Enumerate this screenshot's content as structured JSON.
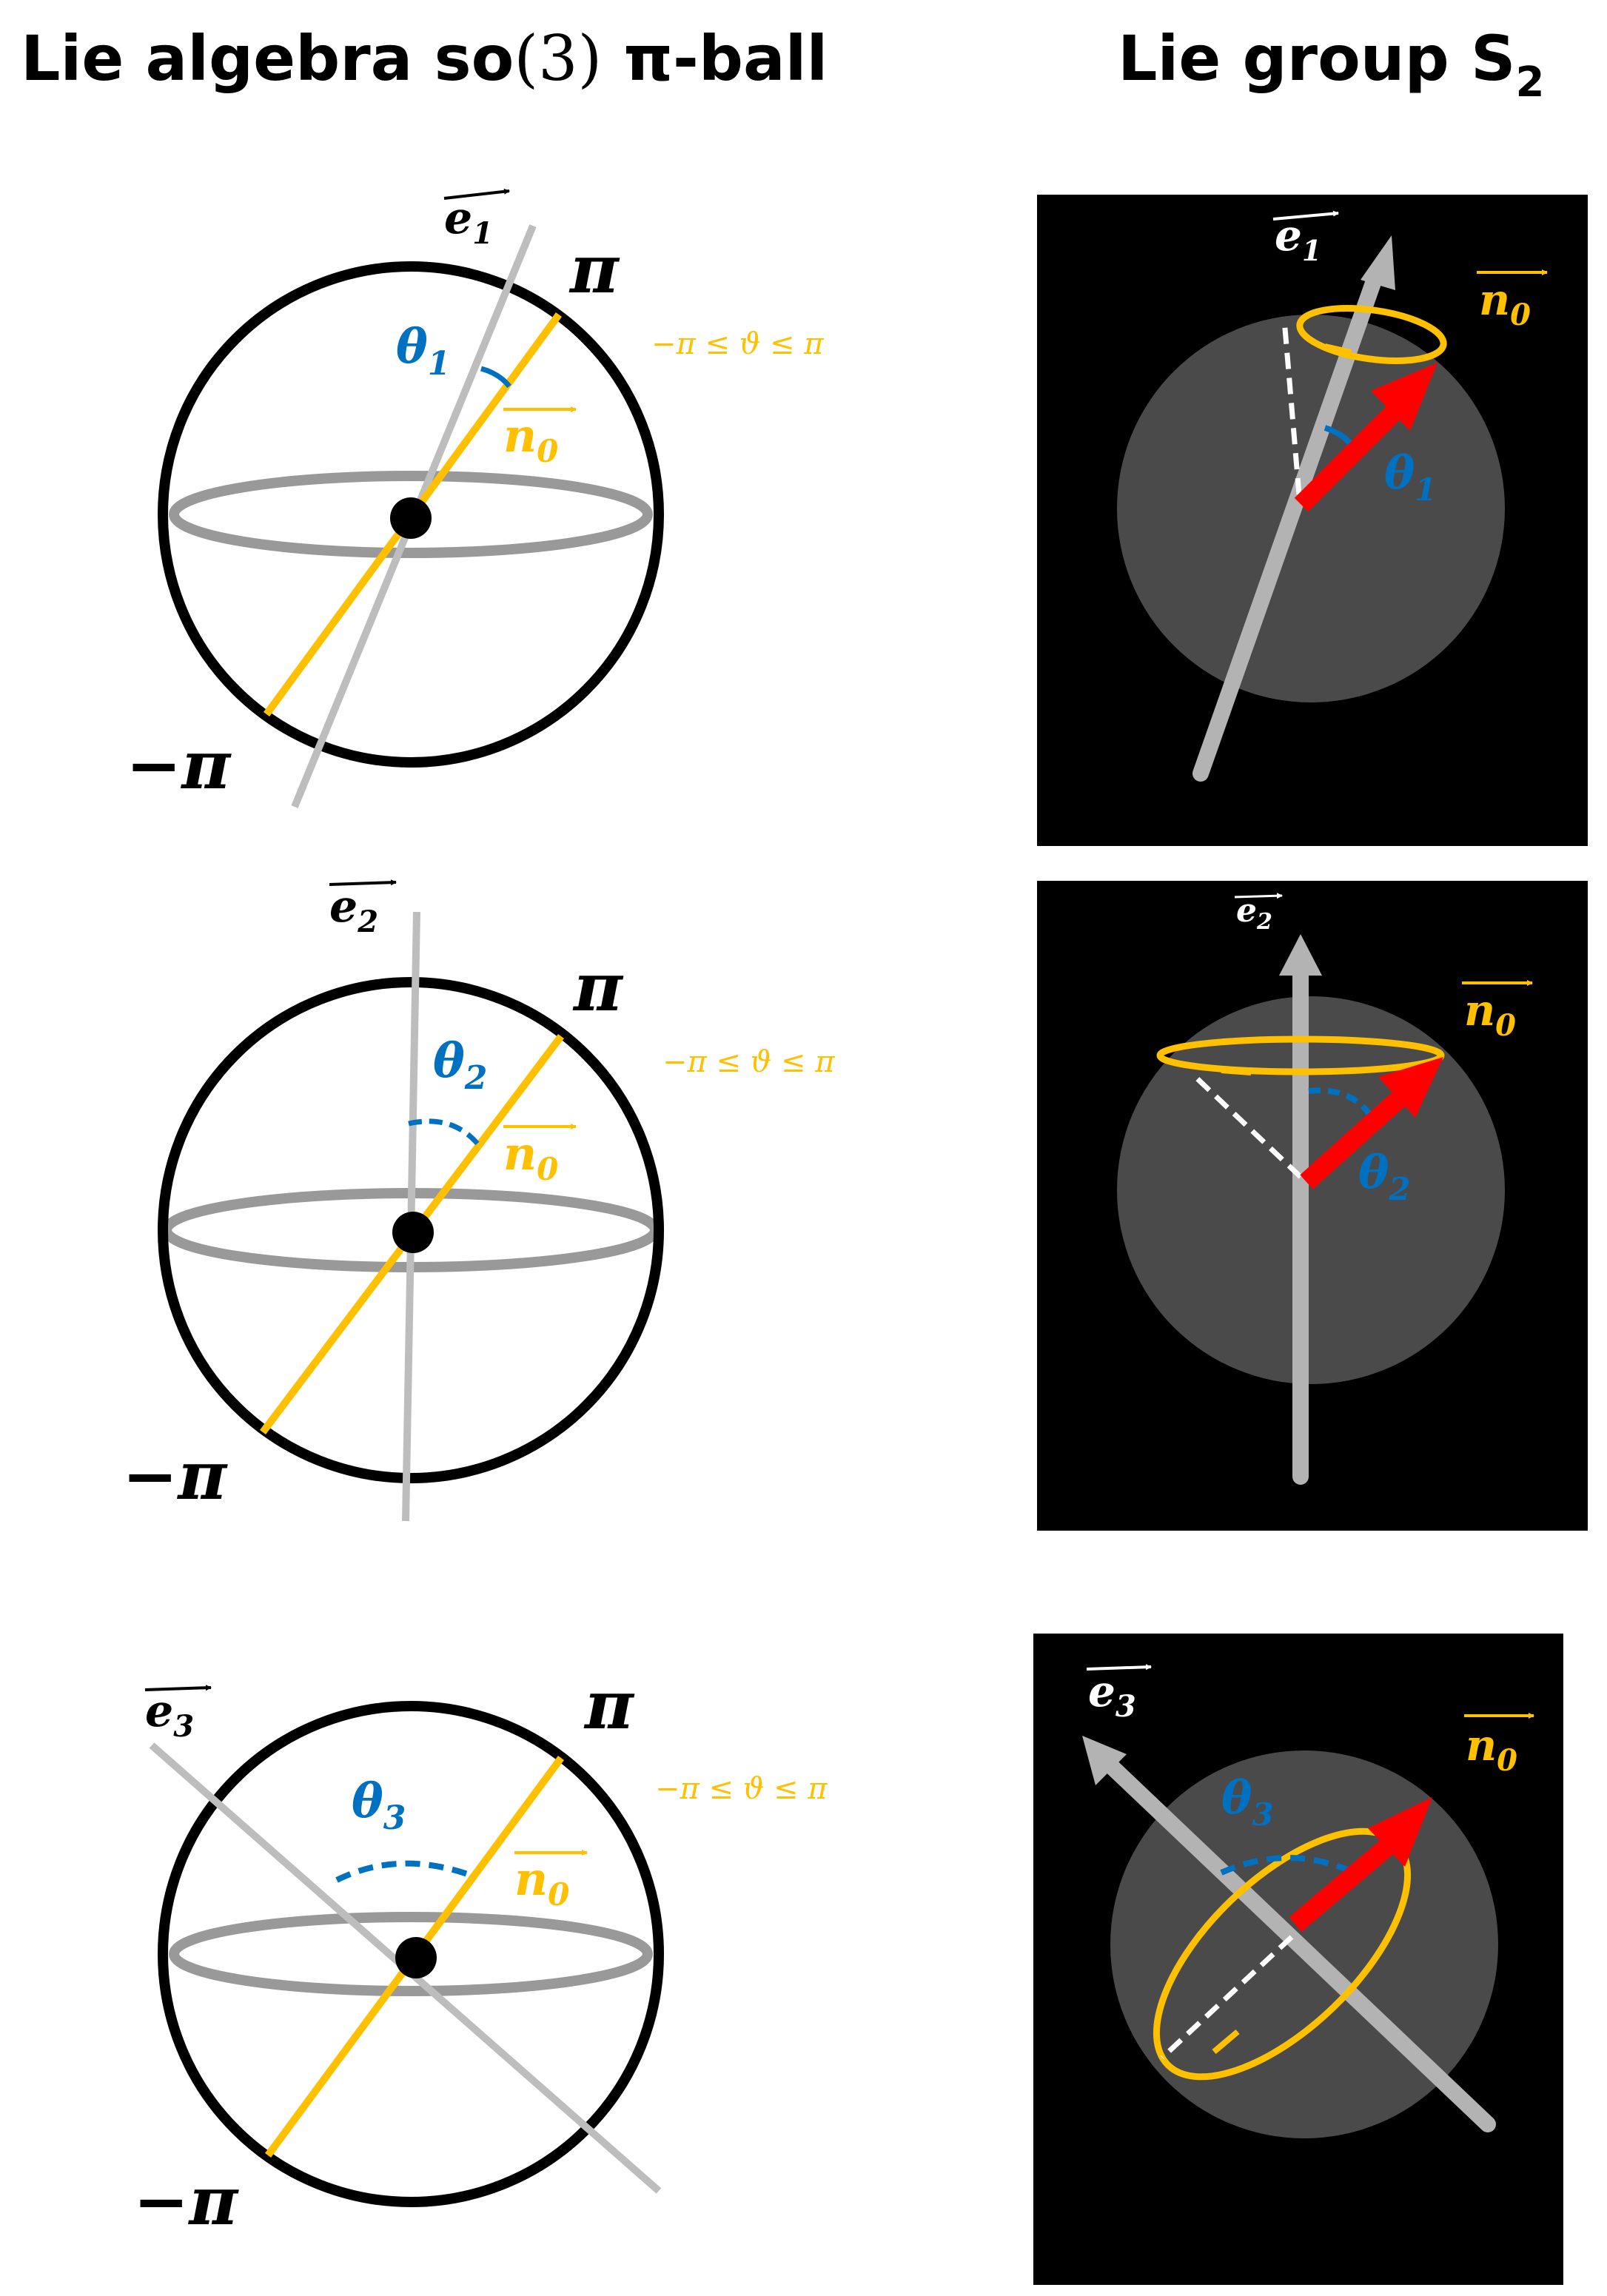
{
  "titles": {
    "left_prefix": "Lie algebra so",
    "left_mid": "(3)",
    "left_suffix": " π-ball",
    "right": "Lie group S",
    "right_sub": "2"
  },
  "colors": {
    "axis_gray": "#b3b3b3",
    "orange": "#ffc000",
    "blue": "#0070c0",
    "red": "#ff0000",
    "black": "#000000",
    "panel_bg": "#000000",
    "sphere_gray": "#4a4a4a"
  },
  "rows": [
    {
      "e_base": "e",
      "e_sub": "1",
      "theta_base": "θ",
      "theta_sub": "1",
      "n_base": "n",
      "n_sub": "0",
      "pi_top": "π",
      "pi_bottom": "−π",
      "range": "−π ≤ ϑ ≤ π"
    },
    {
      "e_base": "e",
      "e_sub": "2",
      "theta_base": "θ",
      "theta_sub": "2",
      "n_base": "n",
      "n_sub": "0",
      "pi_top": "π",
      "pi_bottom": "−π",
      "range": "−π ≤ ϑ ≤ π"
    },
    {
      "e_base": "e",
      "e_sub": "3",
      "theta_base": "θ",
      "theta_sub": "3",
      "n_base": "n",
      "n_sub": "0",
      "pi_top": "π",
      "pi_bottom": "−π",
      "range": "−π ≤ ϑ ≤ π"
    }
  ]
}
